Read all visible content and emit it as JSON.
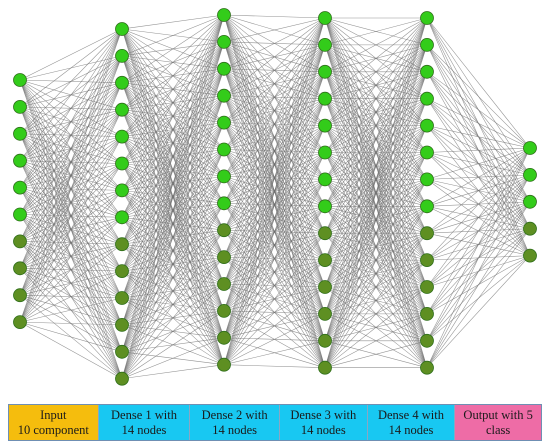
{
  "diagram": {
    "colors": {
      "node_fill": "#33cc1a",
      "node_fill_dark": "#5e8f22",
      "node_stroke": "#2f6f1a",
      "edge": "#6e6e6e"
    },
    "layers": [
      {
        "id": "input",
        "nodes": 10,
        "label": "Input\n10 component",
        "color": "#f5bd0d"
      },
      {
        "id": "dense1",
        "nodes": 14,
        "label": "Dense 1 with\n14 nodes",
        "color": "#18c8f2"
      },
      {
        "id": "dense2",
        "nodes": 14,
        "label": "Dense 2 with\n14 nodes",
        "color": "#18c8f2"
      },
      {
        "id": "dense3",
        "nodes": 14,
        "label": "Dense 3 with\n14 nodes",
        "color": "#18c8f2"
      },
      {
        "id": "dense4",
        "nodes": 14,
        "label": "Dense 4 with\n14 nodes",
        "color": "#18c8f2"
      },
      {
        "id": "output",
        "nodes": 5,
        "label": "Output with 5\nclass",
        "color": "#ee6ca6"
      }
    ]
  }
}
